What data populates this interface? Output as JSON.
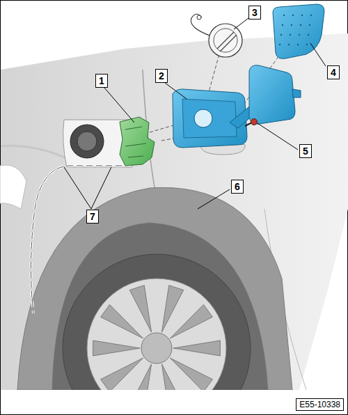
{
  "diagram": {
    "labels": [
      "1",
      "2",
      "3",
      "4",
      "5",
      "6",
      "7",
      "E55-10338"
    ]
  }
}
